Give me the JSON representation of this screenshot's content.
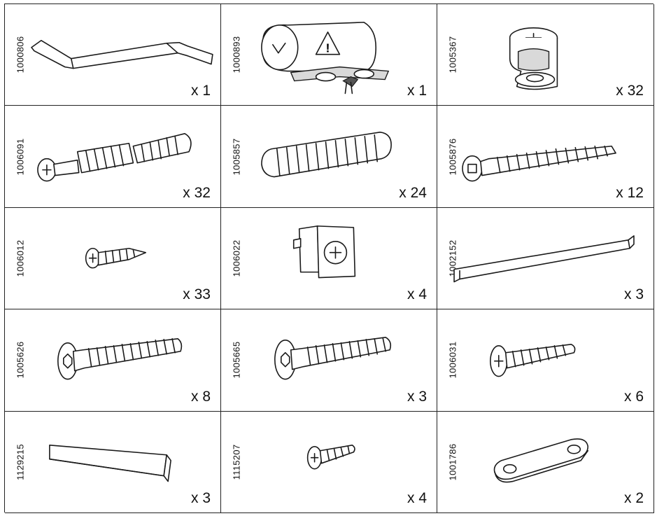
{
  "parts": [
    {
      "id": "1000806",
      "qty": "x 1",
      "icon": "allen-key"
    },
    {
      "id": "1000893",
      "qty": "x 1",
      "icon": "warning-bag"
    },
    {
      "id": "1005367",
      "qty": "x 32",
      "icon": "cam-lock"
    },
    {
      "id": "1006091",
      "qty": "x 32",
      "icon": "cam-bolt"
    },
    {
      "id": "1005857",
      "qty": "x 24",
      "icon": "wooden-dowel"
    },
    {
      "id": "1005876",
      "qty": "x 12",
      "icon": "long-screw"
    },
    {
      "id": "1006012",
      "qty": "x 33",
      "icon": "small-screw"
    },
    {
      "id": "1006022",
      "qty": "x 4",
      "icon": "square-fitting"
    },
    {
      "id": "1002152",
      "qty": "x 3",
      "icon": "metal-rod"
    },
    {
      "id": "1005626",
      "qty": "x 8",
      "icon": "hex-bolt-long"
    },
    {
      "id": "1005665",
      "qty": "x 3",
      "icon": "hex-bolt"
    },
    {
      "id": "1006031",
      "qty": "x 6",
      "icon": "pan-head-screw"
    },
    {
      "id": "1129215",
      "qty": "x 3",
      "icon": "wedge-block"
    },
    {
      "id": "1115207",
      "qty": "x 4",
      "icon": "tiny-screw"
    },
    {
      "id": "1001786",
      "qty": "x 2",
      "icon": "connector-plate"
    }
  ]
}
